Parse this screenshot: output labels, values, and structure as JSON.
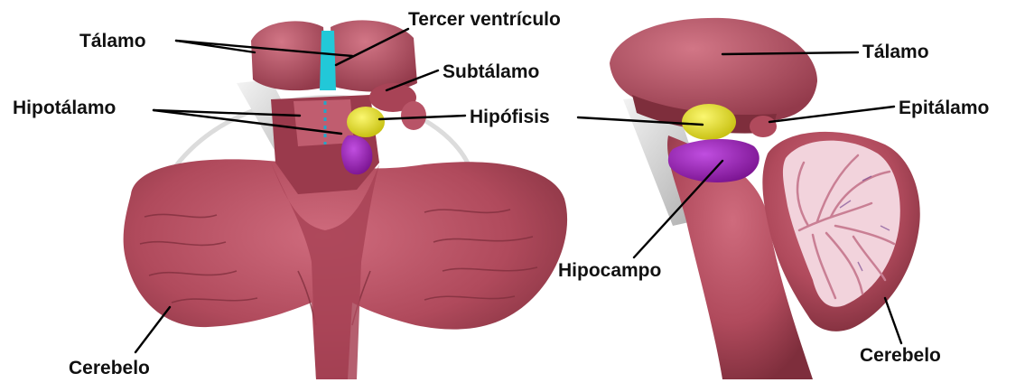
{
  "colors": {
    "tissue": "#b04a5c",
    "tissue_light": "#c96476",
    "tissue_dark": "#7e2e3c",
    "white_matter": "#d8d8d8",
    "yellow_body": "#e6e030",
    "purple_body": "#9b22b8",
    "cyan_ventricle": "#22c8d8",
    "cerebellum_cut": "#f2d3dc"
  },
  "left_view": {
    "labels": {
      "talamo": "Tálamo",
      "tercer_ventriculo": "Tercer ventrículo",
      "subtalamo": "Subtálamo",
      "hipotalamo": "Hipotálamo",
      "hipofisis": "Hipófisis",
      "cerebelo": "Cerebelo"
    }
  },
  "right_view": {
    "labels": {
      "talamo": "Tálamo",
      "epitalamo": "Epitálamo",
      "hipocampo": "Hipocampo",
      "cerebelo": "Cerebelo"
    }
  }
}
